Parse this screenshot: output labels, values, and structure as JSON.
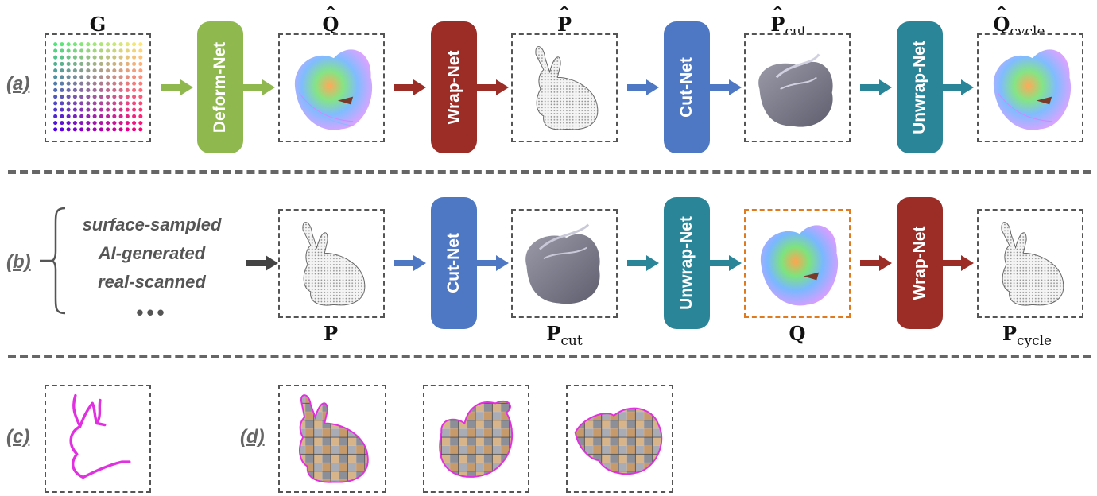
{
  "rows": {
    "a": {
      "label": "(a)",
      "modules": [
        "Deform-Net",
        "Wrap-Net",
        "Cut-Net",
        "Unwrap-Net"
      ],
      "boxes": [
        {
          "symbol": "G",
          "sub": "",
          "hat": false
        },
        {
          "symbol": "Q",
          "sub": "",
          "hat": true
        },
        {
          "symbol": "P",
          "sub": "",
          "hat": true
        },
        {
          "symbol": "P",
          "sub": "cut",
          "hat": true
        },
        {
          "symbol": "Q",
          "sub": "cycle",
          "hat": true
        }
      ]
    },
    "b": {
      "label": "(b)",
      "sources": [
        "surface-sampled",
        "AI-generated",
        "real-scanned"
      ],
      "ellipsis": "•••",
      "modules": [
        "Cut-Net",
        "Unwrap-Net",
        "Wrap-Net"
      ],
      "boxes": [
        {
          "symbol": "P",
          "sub": ""
        },
        {
          "symbol": "P",
          "sub": "cut"
        },
        {
          "symbol": "Q",
          "sub": ""
        },
        {
          "symbol": "P",
          "sub": "cycle"
        }
      ]
    },
    "c": {
      "label": "(c)"
    },
    "d": {
      "label": "(d)"
    }
  },
  "colors": {
    "deform": "#8fb84e",
    "wrap": "#9b2d26",
    "cut": "#4f78c4",
    "unwrap": "#2a8598",
    "highlight_border": "#e07a1f",
    "cut_seam": "#e030e0"
  },
  "icons": [
    "arrow-right-icon",
    "brace-icon"
  ]
}
